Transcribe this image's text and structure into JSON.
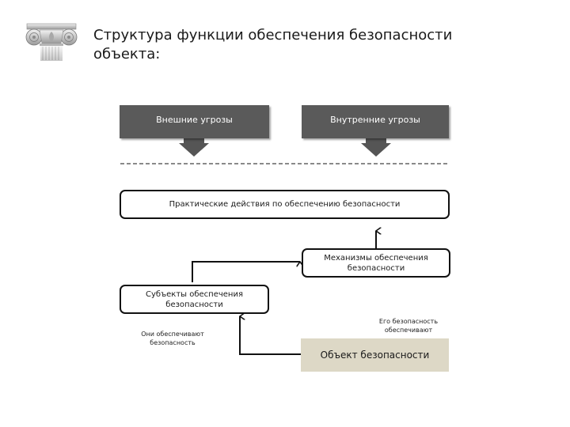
{
  "title": "Структура функции обеспечения безопасности объекта:",
  "logo_icon": "ionic-column-capital-icon",
  "nodes": {
    "external_threats": "Внешние угрозы",
    "internal_threats": "Внутренние угрозы",
    "practical_actions": "Практические действия по обеспечению безопасности",
    "mechanisms": "Механизмы обеспечения безопасности",
    "subjects": "Субъекты обеспечения безопасности",
    "security_object": "Объект безопасности"
  },
  "annotations": {
    "they_provide": "Они обеспечивают безопасность",
    "its_security_provided": "Его безопасность обеспечивают"
  },
  "colors": {
    "threat_fill": "#5a5a5a",
    "object_fill": "#ddd8c6",
    "stroke": "#111111"
  }
}
